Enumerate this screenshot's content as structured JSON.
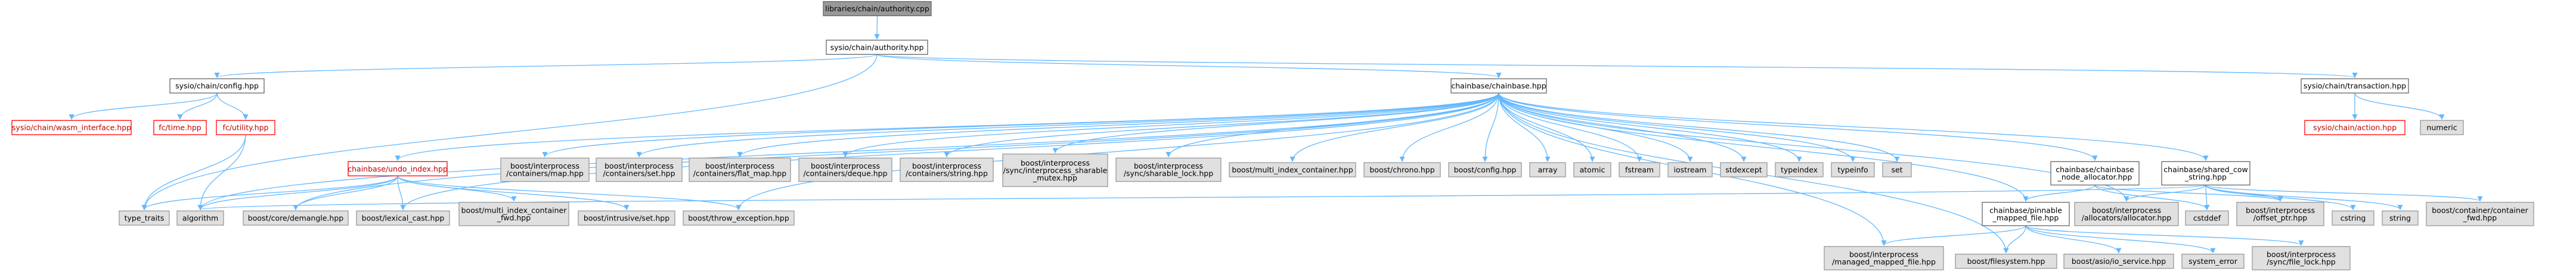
{
  "nodes": {
    "root": {
      "label": [
        "libraries/chain/authority.cpp"
      ],
      "style": "root"
    },
    "authority_hpp": {
      "label": [
        "sysio/chain/authority.hpp"
      ],
      "style": "plain"
    },
    "config_hpp": {
      "label": [
        "sysio/chain/config.hpp"
      ],
      "style": "plain"
    },
    "chainbase_hpp": {
      "label": [
        "chainbase/chainbase.hpp"
      ],
      "style": "plain"
    },
    "transaction_hpp": {
      "label": [
        "sysio/chain/transaction.hpp"
      ],
      "style": "plain"
    },
    "wasm_interface_hpp": {
      "label": [
        "sysio/chain/wasm_interface.hpp"
      ],
      "style": "red"
    },
    "fc_time_hpp": {
      "label": [
        "fc/time.hpp"
      ],
      "style": "red"
    },
    "fc_utility_hpp": {
      "label": [
        "fc/utility.hpp"
      ],
      "style": "red"
    },
    "type_traits": {
      "label": [
        "type_traits"
      ],
      "style": "ext"
    },
    "algorithm": {
      "label": [
        "algorithm"
      ],
      "style": "ext"
    },
    "undo_index_hpp": {
      "label": [
        "chainbase/undo_index.hpp"
      ],
      "style": "red"
    },
    "core_demangle": {
      "label": [
        "boost/core/demangle.hpp"
      ],
      "style": "ext"
    },
    "lexical_cast": {
      "label": [
        "boost/lexical_cast.hpp"
      ],
      "style": "ext"
    },
    "mic_fwd": {
      "label": [
        "boost/multi_index_container",
        "_fwd.hpp"
      ],
      "style": "ext"
    },
    "intrusive_set": {
      "label": [
        "boost/intrusive/set.hpp"
      ],
      "style": "ext"
    },
    "throw_exception": {
      "label": [
        "boost/throw_exception.hpp"
      ],
      "style": "ext"
    },
    "ip_map": {
      "label": [
        "boost/interprocess",
        "/containers/map.hpp"
      ],
      "style": "ext"
    },
    "ip_set": {
      "label": [
        "boost/interprocess",
        "/containers/set.hpp"
      ],
      "style": "ext"
    },
    "ip_flat_map": {
      "label": [
        "boost/interprocess",
        "/containers/flat_map.hpp"
      ],
      "style": "ext"
    },
    "ip_deque": {
      "label": [
        "boost/interprocess",
        "/containers/deque.hpp"
      ],
      "style": "ext"
    },
    "ip_string": {
      "label": [
        "boost/interprocess",
        "/containers/string.hpp"
      ],
      "style": "ext"
    },
    "ip_sharable_mutex": {
      "label": [
        "boost/interprocess",
        "/sync/interprocess_sharable",
        "_mutex.hpp"
      ],
      "style": "ext"
    },
    "ip_sharable_lock": {
      "label": [
        "boost/interprocess",
        "/sync/sharable_lock.hpp"
      ],
      "style": "ext"
    },
    "mic_hpp": {
      "label": [
        "boost/multi_index_container.hpp"
      ],
      "style": "ext"
    },
    "chrono_hpp": {
      "label": [
        "boost/chrono.hpp"
      ],
      "style": "ext"
    },
    "config_boost": {
      "label": [
        "boost/config.hpp"
      ],
      "style": "ext"
    },
    "array": {
      "label": [
        "array"
      ],
      "style": "ext"
    },
    "atomic": {
      "label": [
        "atomic"
      ],
      "style": "ext"
    },
    "fstream": {
      "label": [
        "fstream"
      ],
      "style": "ext"
    },
    "iostream": {
      "label": [
        "iostream"
      ],
      "style": "ext"
    },
    "stdexcept": {
      "label": [
        "stdexcept"
      ],
      "style": "ext"
    },
    "typeindex": {
      "label": [
        "typeindex"
      ],
      "style": "ext"
    },
    "typeinfo": {
      "label": [
        "typeinfo"
      ],
      "style": "ext"
    },
    "set": {
      "label": [
        "set"
      ],
      "style": "ext"
    },
    "node_allocator": {
      "label": [
        "chainbase/chainbase",
        "_node_allocator.hpp"
      ],
      "style": "plain"
    },
    "shared_cow": {
      "label": [
        "chainbase/shared_cow",
        "_string.hpp"
      ],
      "style": "plain"
    },
    "pinnable": {
      "label": [
        "chainbase/pinnable",
        "_mapped_file.hpp"
      ],
      "style": "plain"
    },
    "ip_allocator": {
      "label": [
        "boost/interprocess",
        "/allocators/allocator.hpp"
      ],
      "style": "ext"
    },
    "cstddef": {
      "label": [
        "cstddef"
      ],
      "style": "ext"
    },
    "offset_ptr": {
      "label": [
        "boost/interprocess",
        "/offset_ptr.hpp"
      ],
      "style": "ext"
    },
    "cstring": {
      "label": [
        "cstring"
      ],
      "style": "ext"
    },
    "string": {
      "label": [
        "string"
      ],
      "style": "ext"
    },
    "container_fwd": {
      "label": [
        "boost/container/container",
        "_fwd.hpp"
      ],
      "style": "ext"
    },
    "managed_mapped_file": {
      "label": [
        "boost/interprocess",
        "/managed_mapped_file.hpp"
      ],
      "style": "ext"
    },
    "filesystem": {
      "label": [
        "boost/filesystem.hpp"
      ],
      "style": "ext"
    },
    "io_service": {
      "label": [
        "boost/asio/io_service.hpp"
      ],
      "style": "ext"
    },
    "system_error": {
      "label": [
        "system_error"
      ],
      "style": "ext"
    },
    "file_lock": {
      "label": [
        "boost/interprocess",
        "/sync/file_lock.hpp"
      ],
      "style": "ext"
    },
    "action_hpp": {
      "label": [
        "sysio/chain/action.hpp"
      ],
      "style": "red"
    },
    "numeric": {
      "label": [
        "numeric"
      ],
      "style": "ext"
    }
  },
  "edges": [
    [
      "root",
      "authority_hpp"
    ],
    [
      "authority_hpp",
      "config_hpp"
    ],
    [
      "authority_hpp",
      "chainbase_hpp"
    ],
    [
      "authority_hpp",
      "transaction_hpp"
    ],
    [
      "authority_hpp",
      "type_traits"
    ],
    [
      "config_hpp",
      "wasm_interface_hpp"
    ],
    [
      "config_hpp",
      "fc_time_hpp"
    ],
    [
      "config_hpp",
      "fc_utility_hpp"
    ],
    [
      "fc_utility_hpp",
      "type_traits"
    ],
    [
      "fc_utility_hpp",
      "algorithm"
    ],
    [
      "chainbase_hpp",
      "undo_index_hpp"
    ],
    [
      "chainbase_hpp",
      "ip_map"
    ],
    [
      "chainbase_hpp",
      "ip_set"
    ],
    [
      "chainbase_hpp",
      "ip_flat_map"
    ],
    [
      "chainbase_hpp",
      "ip_deque"
    ],
    [
      "chainbase_hpp",
      "ip_string"
    ],
    [
      "chainbase_hpp",
      "ip_sharable_mutex"
    ],
    [
      "chainbase_hpp",
      "ip_sharable_lock"
    ],
    [
      "chainbase_hpp",
      "mic_hpp"
    ],
    [
      "chainbase_hpp",
      "chrono_hpp"
    ],
    [
      "chainbase_hpp",
      "config_boost"
    ],
    [
      "chainbase_hpp",
      "array"
    ],
    [
      "chainbase_hpp",
      "atomic"
    ],
    [
      "chainbase_hpp",
      "fstream"
    ],
    [
      "chainbase_hpp",
      "iostream"
    ],
    [
      "chainbase_hpp",
      "stdexcept"
    ],
    [
      "chainbase_hpp",
      "typeindex"
    ],
    [
      "chainbase_hpp",
      "typeinfo"
    ],
    [
      "chainbase_hpp",
      "set"
    ],
    [
      "chainbase_hpp",
      "node_allocator"
    ],
    [
      "chainbase_hpp",
      "shared_cow"
    ],
    [
      "chainbase_hpp",
      "pinnable"
    ],
    [
      "chainbase_hpp",
      "core_demangle"
    ],
    [
      "chainbase_hpp",
      "lexical_cast"
    ],
    [
      "chainbase_hpp",
      "throw_exception"
    ],
    [
      "chainbase_hpp",
      "managed_mapped_file"
    ],
    [
      "chainbase_hpp",
      "filesystem"
    ],
    [
      "chainbase_hpp",
      "ip_allocator"
    ],
    [
      "chainbase_hpp",
      "algorithm"
    ],
    [
      "undo_index_hpp",
      "type_traits"
    ],
    [
      "undo_index_hpp",
      "algorithm"
    ],
    [
      "undo_index_hpp",
      "core_demangle"
    ],
    [
      "undo_index_hpp",
      "lexical_cast"
    ],
    [
      "undo_index_hpp",
      "mic_fwd"
    ],
    [
      "undo_index_hpp",
      "intrusive_set"
    ],
    [
      "undo_index_hpp",
      "throw_exception"
    ],
    [
      "node_allocator",
      "pinnable"
    ],
    [
      "node_allocator",
      "cstddef"
    ],
    [
      "node_allocator",
      "offset_ptr"
    ],
    [
      "shared_cow",
      "ip_allocator"
    ],
    [
      "shared_cow",
      "cstddef"
    ],
    [
      "shared_cow",
      "offset_ptr"
    ],
    [
      "shared_cow",
      "cstring"
    ],
    [
      "shared_cow",
      "string"
    ],
    [
      "shared_cow",
      "container_fwd"
    ],
    [
      "shared_cow",
      "algorithm"
    ],
    [
      "pinnable",
      "managed_mapped_file"
    ],
    [
      "pinnable",
      "filesystem"
    ],
    [
      "pinnable",
      "io_service"
    ],
    [
      "pinnable",
      "system_error"
    ],
    [
      "pinnable",
      "file_lock"
    ],
    [
      "transaction_hpp",
      "action_hpp"
    ],
    [
      "transaction_hpp",
      "numeric"
    ]
  ]
}
